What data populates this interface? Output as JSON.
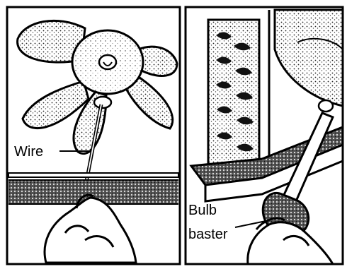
{
  "figure": {
    "left_panel": {
      "label": "Wire",
      "illustration": "hand-inserting-wire-into-fan-hub"
    },
    "right_panel": {
      "label_line1": "Bulb",
      "label_line2": "baster",
      "illustration": "hand-using-bulb-baster-on-coil-drain"
    }
  }
}
